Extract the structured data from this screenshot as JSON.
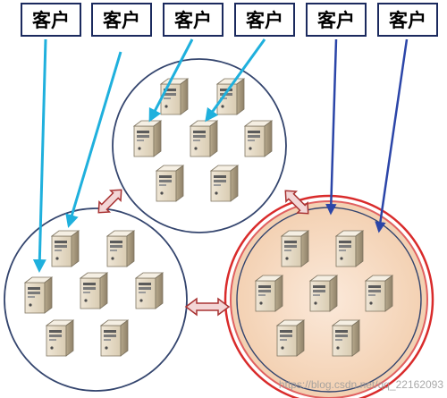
{
  "clients": [
    {
      "label": "客户"
    },
    {
      "label": "客户"
    },
    {
      "label": "客户"
    },
    {
      "label": "客户"
    },
    {
      "label": "客户"
    },
    {
      "label": "客户"
    }
  ],
  "clusters": [
    {
      "id": "top",
      "servers": 7
    },
    {
      "id": "left",
      "servers": 7
    },
    {
      "id": "right",
      "servers": 7,
      "highlighted": true
    }
  ],
  "colors": {
    "client_arrow_light": "#1fb0dd",
    "client_arrow_dark": "#2b45a8",
    "cluster_border": "#34456e",
    "highlight_ring": "#d92b2b",
    "highlight_fill": "#f6dcc4",
    "sync_arrow_fill": "#f3d6d6",
    "sync_arrow_stroke": "#a83232"
  },
  "watermark": "https://blog.csdn.net/qq_22162093"
}
